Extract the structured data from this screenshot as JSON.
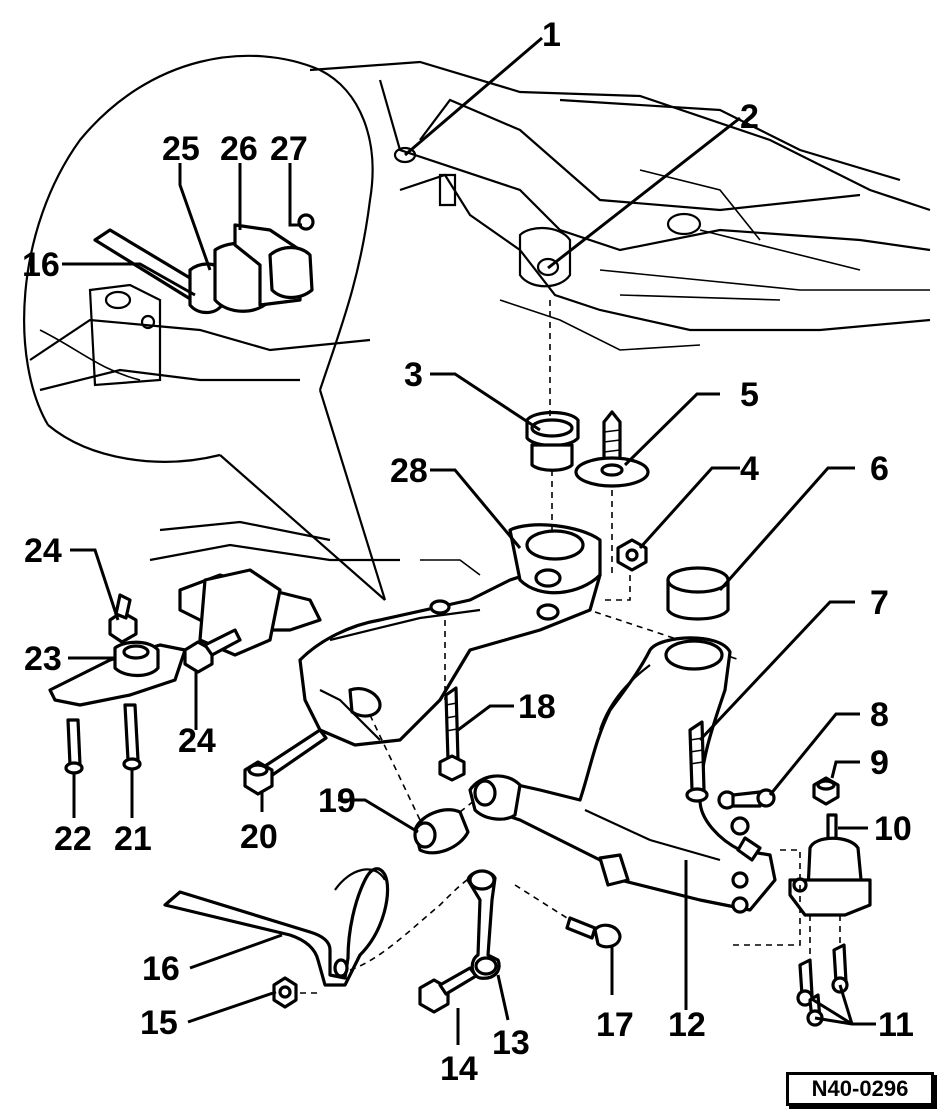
{
  "figure_reference": "N40-0296",
  "callouts": {
    "c1": "1",
    "c2": "2",
    "c3": "3",
    "c4": "4",
    "c5": "5",
    "c6": "6",
    "c7": "7",
    "c8": "8",
    "c9": "9",
    "c10": "10",
    "c11": "11",
    "c12": "12",
    "c13": "13",
    "c14": "14",
    "c15": "15",
    "c16a": "16",
    "c16b": "16",
    "c17": "17",
    "c18": "18",
    "c19": "19",
    "c20": "20",
    "c21": "21",
    "c22": "22",
    "c23": "23",
    "c24a": "24",
    "c24b": "24",
    "c25": "25",
    "c26": "26",
    "c27": "27",
    "c28": "28"
  }
}
